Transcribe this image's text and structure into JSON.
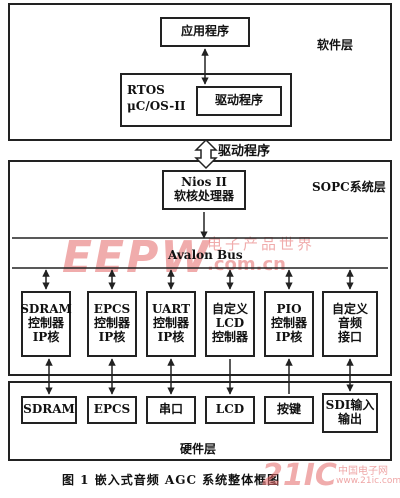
{
  "software_layer": {
    "label": "软件层",
    "app_box": "应用程序",
    "rtos_label": "RTOS\nμC/OS-II",
    "driver_box": "驱动程序"
  },
  "interface": {
    "driver_label": "驱动程序"
  },
  "sopc_layer": {
    "label": "SOPC系统层",
    "nios_box": "Nios II\n软核处理器",
    "bus_label": "Avalon Bus",
    "controllers": [
      "SDRAM\n控制器\nIP核",
      "EPCS\n控制器\nIP核",
      "UART\n控制器\nIP核",
      "自定义\nLCD\n控制器",
      "PIO\n控制器\nIP核",
      "自定义\n音频\n接口"
    ]
  },
  "hardware_layer": {
    "label": "硬件层",
    "devices": [
      "SDRAM",
      "EPCS",
      "串口",
      "LCD",
      "按键",
      "SDI输入\n输出"
    ]
  },
  "caption": "图 1   嵌入式音频 AGC 系统整体框图",
  "watermarks": {
    "eepw": "EEPW",
    "eepw_cn": "电子产品世界",
    "eepw_url": ".com.cn",
    "site2": "21IC",
    "site2_cn": "中国电子网",
    "site2_url": "www.21ic.com"
  }
}
